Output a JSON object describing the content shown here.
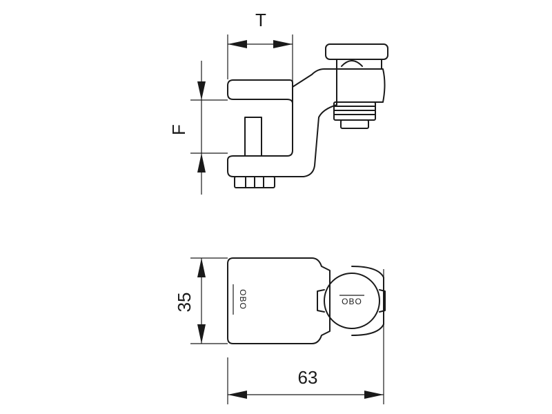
{
  "dimensions": {
    "top_width_label": "T",
    "top_height_label": "F",
    "bottom_height_label": "35",
    "bottom_width_label": "63"
  },
  "brand": {
    "top_logo": "OBO",
    "side_logo": "OBO"
  }
}
